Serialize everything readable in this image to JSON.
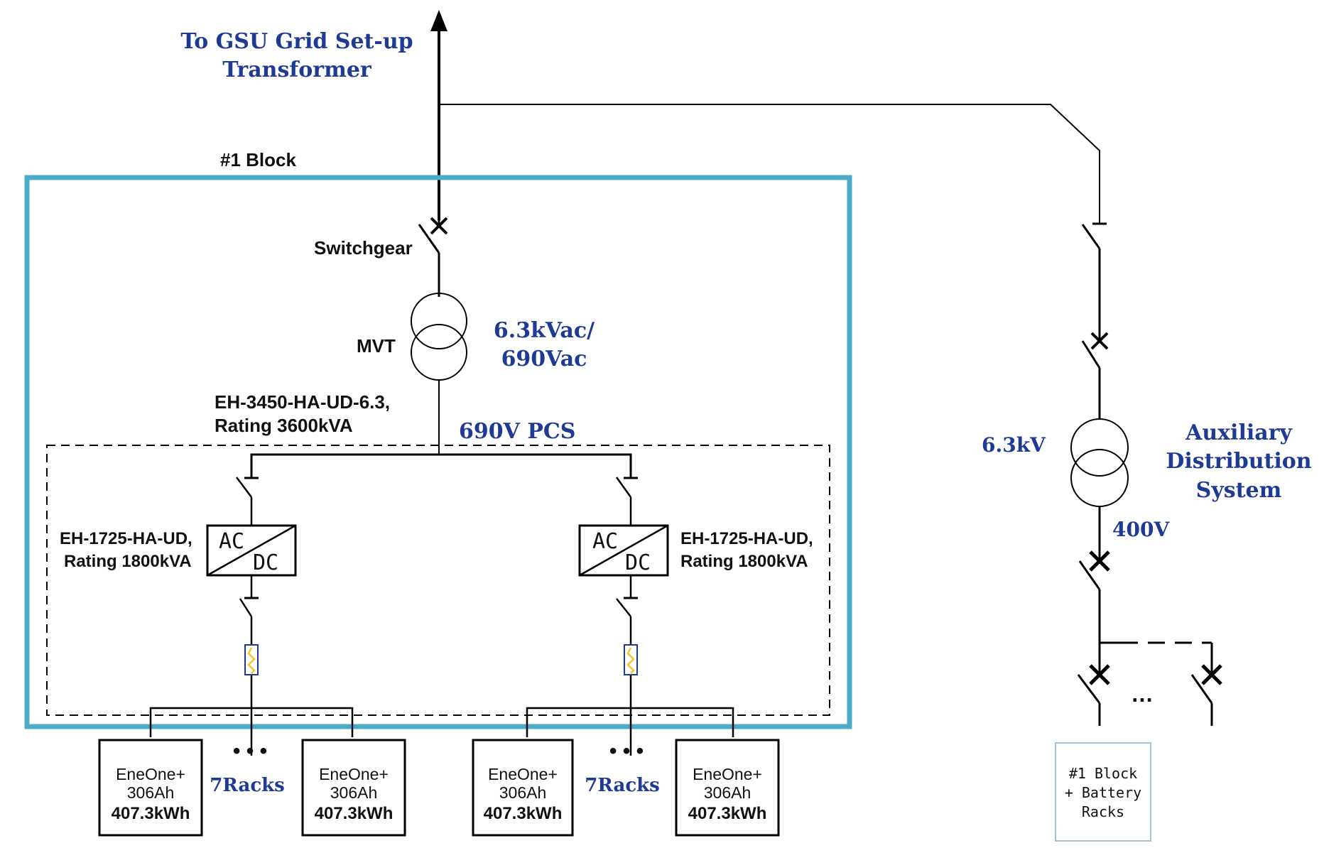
{
  "title": {
    "line1": "To GSU Grid Set-up",
    "line2": "Transformer"
  },
  "block": {
    "label": "#1 Block",
    "switchgear": "Switchgear",
    "mvt": "MVT",
    "mvt_voltage_line1": "6.3kVac/",
    "mvt_voltage_line2": "690Vac",
    "pcs_model_line1": "EH-3450-HA-UD-6.3,",
    "pcs_model_line2": "Rating 3600kVA",
    "pcs_label": "690V PCS"
  },
  "converters": [
    {
      "model_line1": "EH-1725-HA-UD,",
      "model_line2": "Rating 1800kVA",
      "ac": "AC",
      "dc": "DC"
    },
    {
      "model_line1": "EH-1725-HA-UD,",
      "model_line2": "Rating 1800kVA",
      "ac": "AC",
      "dc": "DC"
    }
  ],
  "battery_groups": [
    {
      "racks_label": "7Racks",
      "dots": "• • •",
      "racks": [
        {
          "line1": "EneOne+",
          "line2": "306Ah",
          "line3": "407.3kWh"
        },
        {
          "line1": "EneOne+",
          "line2": "306Ah",
          "line3": "407.3kWh"
        }
      ]
    },
    {
      "racks_label": "7Racks",
      "dots": "• • •",
      "racks": [
        {
          "line1": "EneOne+",
          "line2": "306Ah",
          "line3": "407.3kWh"
        },
        {
          "line1": "EneOne+",
          "line2": "306Ah",
          "line3": "407.3kWh"
        }
      ]
    }
  ],
  "auxiliary": {
    "title_line1": "Auxiliary",
    "title_line2": "Distribution",
    "title_line3": "System",
    "hv": "6.3kV",
    "lv": "400V",
    "ellipsis": "…",
    "load_line1": "#1 Block",
    "load_line2": "+ Battery",
    "load_line3": "Racks"
  },
  "colors": {
    "block_border": "#4bacc6",
    "blue_text": "#1f3a93",
    "fuse_fill": "#f4c430",
    "load_box_border": "#a8c0dc"
  }
}
